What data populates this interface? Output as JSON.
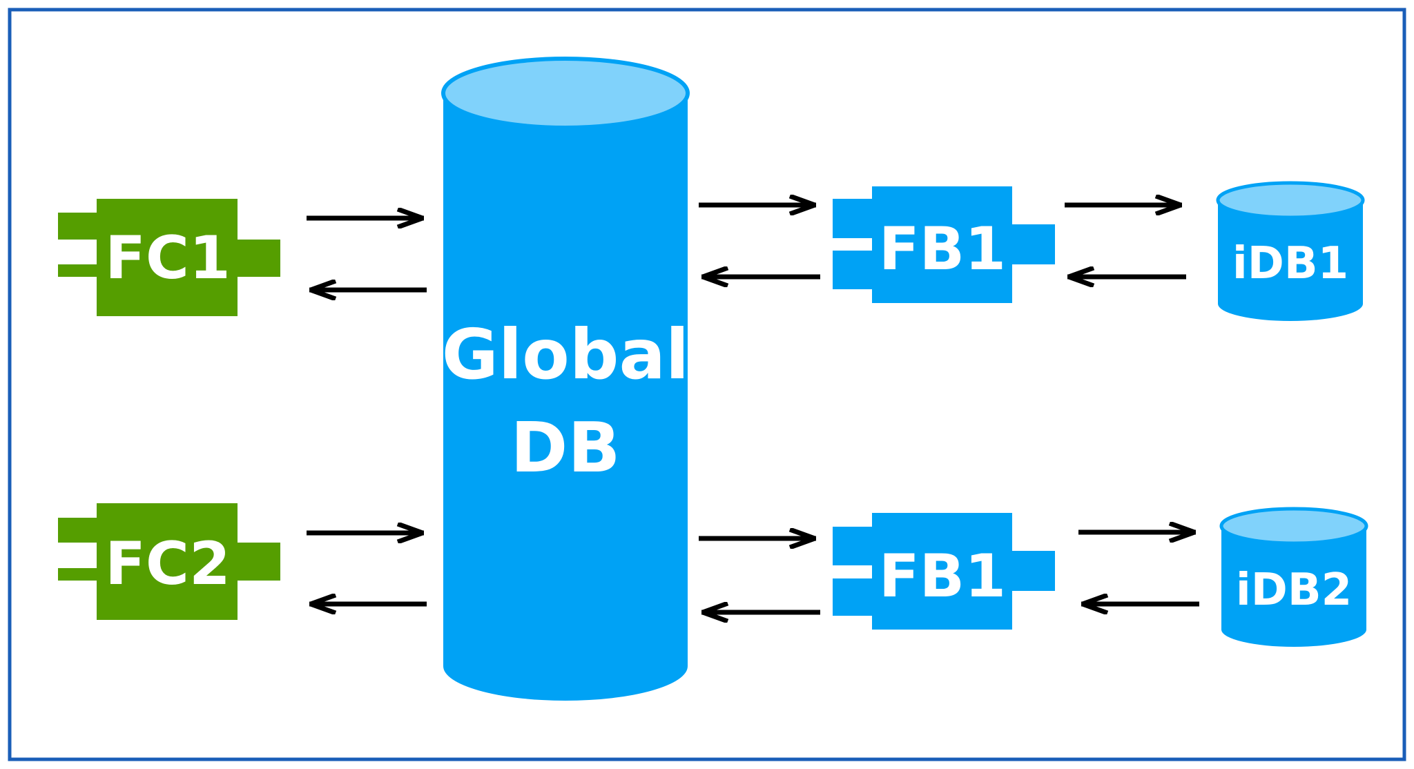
{
  "colors": {
    "frame": "#1a5eb8",
    "fc_green": "#559e00",
    "db_blue": "#00a2f5",
    "db_top": "#80d2fb",
    "arrow": "#000000",
    "text": "#ffffff"
  },
  "global_db": {
    "label_line1": "Global",
    "label_line2": "DB"
  },
  "fc_blocks": [
    {
      "label": "FC1"
    },
    {
      "label": "FC2"
    }
  ],
  "fb_blocks": [
    {
      "label": "FB1"
    },
    {
      "label": "FB1"
    }
  ],
  "instance_dbs": [
    {
      "label": "iDB1"
    },
    {
      "label": "iDB2"
    }
  ]
}
